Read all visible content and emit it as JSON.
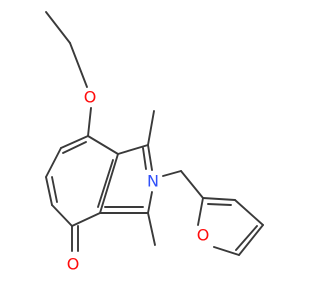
{
  "molecule": {
    "atoms": {
      "oxygen_ethoxy": {
        "symbol": "O",
        "color": "#ff0d0d"
      },
      "nitrogen": {
        "symbol": "N",
        "color": "#3050f8"
      },
      "oxygen_furan": {
        "symbol": "O",
        "color": "#ff0d0d"
      },
      "oxygen_carbonyl": {
        "symbol": "O",
        "color": "#ff0d0d"
      }
    },
    "bond_color": "#3a3a3a"
  }
}
